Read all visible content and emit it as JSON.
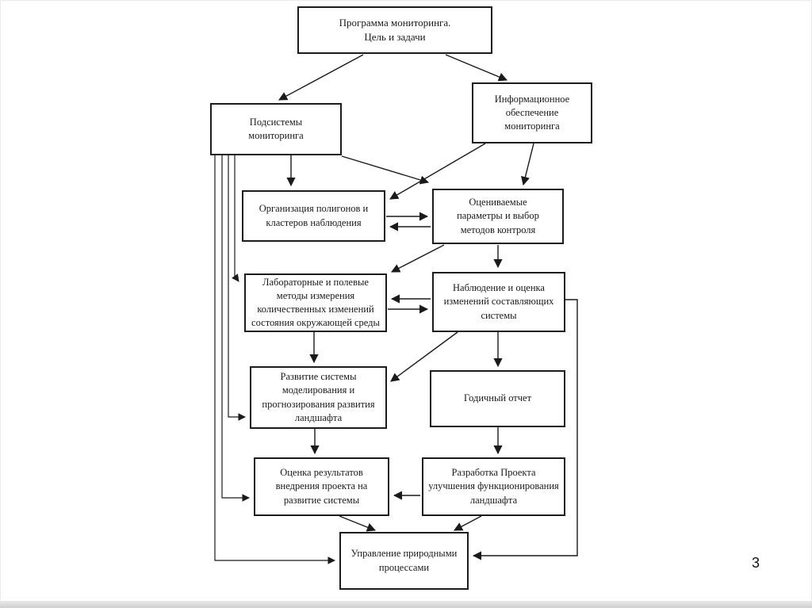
{
  "page": {
    "number": "3"
  },
  "colors": {
    "line": "#1a1a1a",
    "background": "#ffffff"
  },
  "nodes": {
    "program": {
      "label": "Программа мониторинга.\nЦель и задачи"
    },
    "subsystems": {
      "label": "Подсистемы\nмониторинга"
    },
    "info": {
      "label": "Информационное\nобеспечение мониторинга"
    },
    "polygons": {
      "label": "Организация полигонов и\nкластеров наблюдения"
    },
    "params": {
      "label": "Оцениваемые\nпараметры и выбор\nметодов контроля"
    },
    "lab": {
      "label": "Лабораторные и полевые\nметоды  измерения\nколичественных изменений\nсостояния окружающей среды"
    },
    "observation": {
      "label": "Наблюдение и оценка\nизменений составляющих\nсистемы"
    },
    "modeling": {
      "label": "Развитие системы\nмоделирования и\nпрогнозирования развития\nландшафта"
    },
    "report": {
      "label": "Годичный отчет"
    },
    "evaluation": {
      "label": "Оценка результатов\nвнедрения проекта на\nразвитие системы"
    },
    "project": {
      "label": "Разработка Проекта\nулучшения функционирования\nландшафта"
    },
    "management": {
      "label": "Управление природными\nпроцессами"
    }
  }
}
